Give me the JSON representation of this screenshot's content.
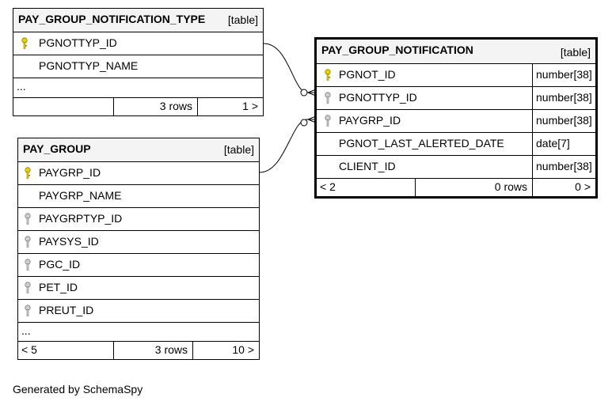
{
  "tables": {
    "notification_type": {
      "name": "PAY_GROUP_NOTIFICATION_TYPE",
      "kind": "[table]",
      "columns": [
        {
          "name": "PGNOTTYP_ID",
          "key": "primary"
        },
        {
          "name": "PGNOTTYP_NAME",
          "key": "none"
        }
      ],
      "ellipsis": "...",
      "footer": {
        "left": "",
        "rows": "3 rows",
        "right": "1 >"
      }
    },
    "pay_group": {
      "name": "PAY_GROUP",
      "kind": "[table]",
      "columns": [
        {
          "name": "PAYGRP_ID",
          "key": "primary"
        },
        {
          "name": "PAYGRP_NAME",
          "key": "none"
        },
        {
          "name": "PAYGRPTYP_ID",
          "key": "foreign"
        },
        {
          "name": "PAYSYS_ID",
          "key": "foreign"
        },
        {
          "name": "PGC_ID",
          "key": "foreign"
        },
        {
          "name": "PET_ID",
          "key": "foreign"
        },
        {
          "name": "PREUT_ID",
          "key": "foreign"
        }
      ],
      "ellipsis": "...",
      "footer": {
        "left": "< 5",
        "rows": "3 rows",
        "right": "10 >"
      }
    },
    "notification": {
      "name": "PAY_GROUP_NOTIFICATION",
      "kind": "[table]",
      "columns": [
        {
          "name": "PGNOT_ID",
          "type": "number[38]",
          "key": "primary"
        },
        {
          "name": "PGNOTTYP_ID",
          "type": "number[38]",
          "key": "foreign"
        },
        {
          "name": "PAYGRP_ID",
          "type": "number[38]",
          "key": "foreign"
        },
        {
          "name": "PGNOT_LAST_ALERTED_DATE",
          "type": "date[7]",
          "key": "none"
        },
        {
          "name": "CLIENT_ID",
          "type": "number[38]",
          "key": "none"
        }
      ],
      "footer": {
        "left": "< 2",
        "rows": "0 rows",
        "right": "0 >"
      }
    }
  },
  "colors": {
    "primary_key": "#e8d300",
    "foreign_key": "#a8a8a8",
    "header_bg": "#f4f4f4"
  },
  "credit": "Generated by SchemaSpy"
}
